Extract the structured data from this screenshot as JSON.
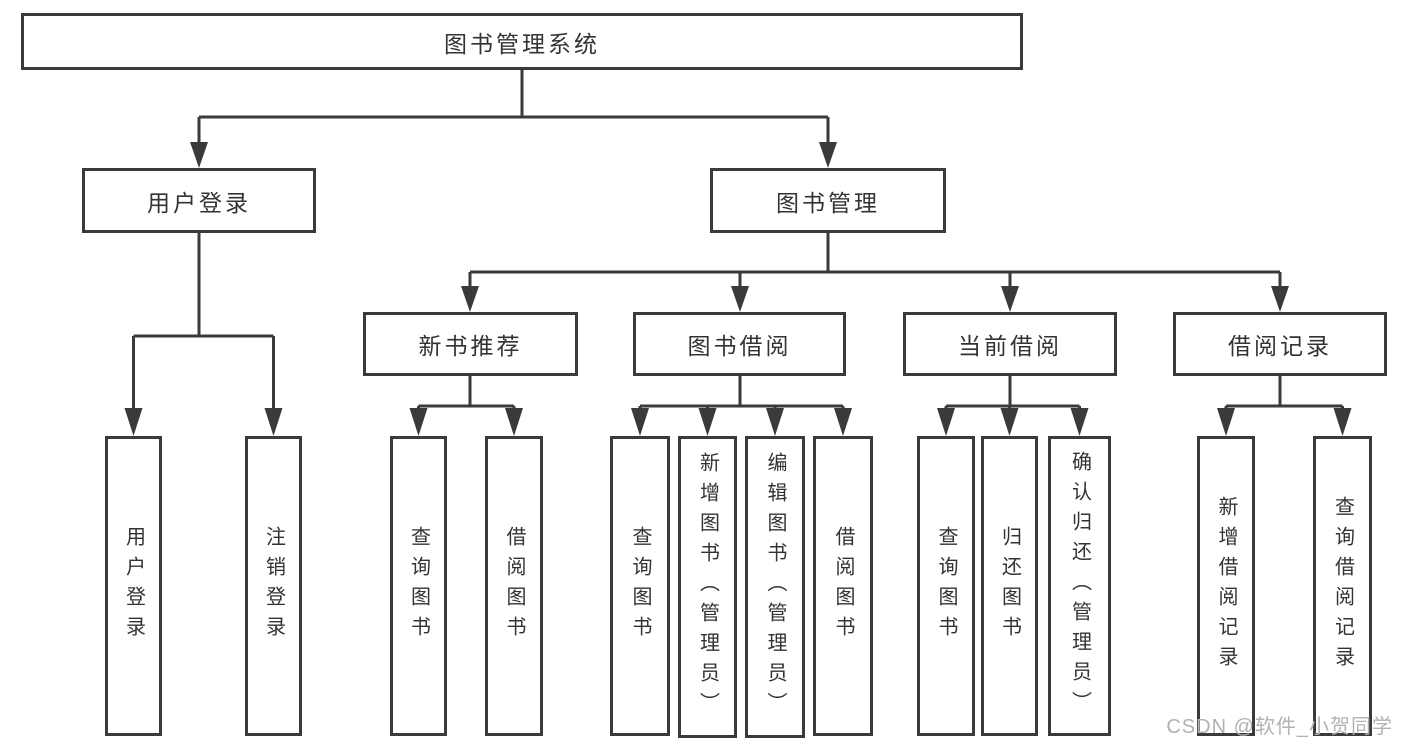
{
  "diagram": {
    "tree": {
      "root": {
        "label": "图书管理系统",
        "children": [
          {
            "label": "用户登录",
            "children": [
              {
                "label": "用户登录"
              },
              {
                "label": "注销登录"
              }
            ]
          },
          {
            "label": "图书管理",
            "children": [
              {
                "label": "新书推荐",
                "children": [
                  {
                    "label": "查询图书"
                  },
                  {
                    "label": "借阅图书"
                  }
                ]
              },
              {
                "label": "图书借阅",
                "children": [
                  {
                    "label": "查询图书"
                  },
                  {
                    "label": "新增图书（管理员）"
                  },
                  {
                    "label": "编辑图书（管理员）"
                  },
                  {
                    "label": "借阅图书"
                  }
                ]
              },
              {
                "label": "当前借阅",
                "children": [
                  {
                    "label": "查询图书"
                  },
                  {
                    "label": "归还图书"
                  },
                  {
                    "label": "确认归还（管理员）"
                  }
                ]
              },
              {
                "label": "借阅记录",
                "children": [
                  {
                    "label": "新增借阅记录"
                  },
                  {
                    "label": "查询借阅记录"
                  }
                ]
              }
            ]
          }
        ]
      }
    },
    "colors": {
      "line": "#3a3a3a",
      "text": "#333333",
      "background": "#ffffff",
      "watermark": "#b4b0b4"
    }
  },
  "watermark": {
    "text": "CSDN @软件_小贺同学"
  }
}
